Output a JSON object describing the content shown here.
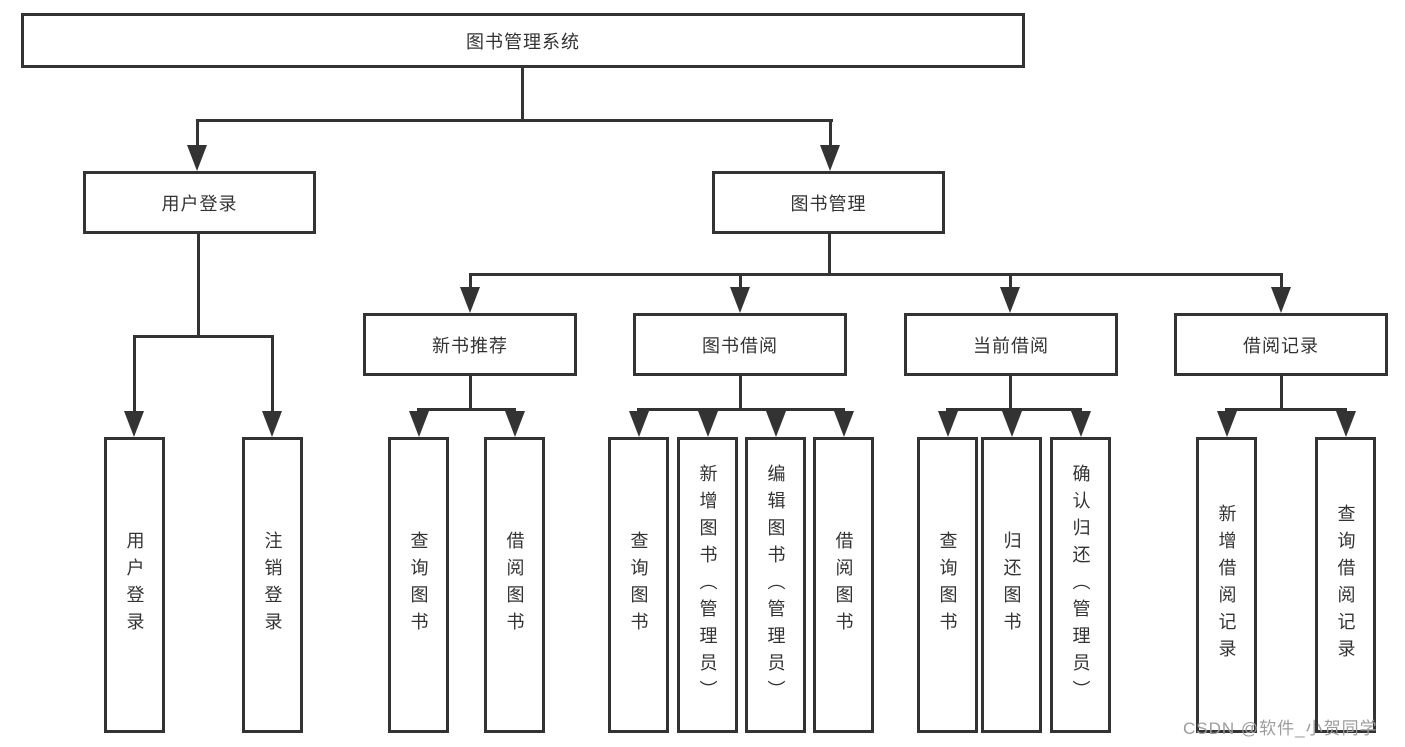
{
  "diagram": {
    "type": "hierarchy-chart",
    "line_color": "#333333",
    "text_color": "#333333",
    "background_color": "#ffffff"
  },
  "tree": {
    "root": {
      "label": "图书管理系统",
      "children": [
        {
          "label": "用户登录",
          "children": [
            {
              "label": "用户登录"
            },
            {
              "label": "注销登录"
            }
          ]
        },
        {
          "label": "图书管理",
          "children": [
            {
              "label": "新书推荐",
              "children": [
                {
                  "label": "查询图书"
                },
                {
                  "label": "借阅图书"
                }
              ]
            },
            {
              "label": "图书借阅",
              "children": [
                {
                  "label": "查询图书"
                },
                {
                  "label": "新增图书（管理员）"
                },
                {
                  "label": "编辑图书（管理员）"
                },
                {
                  "label": "借阅图书"
                }
              ]
            },
            {
              "label": "当前借阅",
              "children": [
                {
                  "label": "查询图书"
                },
                {
                  "label": "归还图书"
                },
                {
                  "label": "确认归还（管理员）"
                }
              ]
            },
            {
              "label": "借阅记录",
              "children": [
                {
                  "label": "新增借阅记录"
                },
                {
                  "label": "查询借阅记录"
                }
              ]
            }
          ]
        }
      ]
    }
  },
  "watermark": {
    "text": "CSDN @软件_小贺同学",
    "color": "#9c9c9c"
  }
}
